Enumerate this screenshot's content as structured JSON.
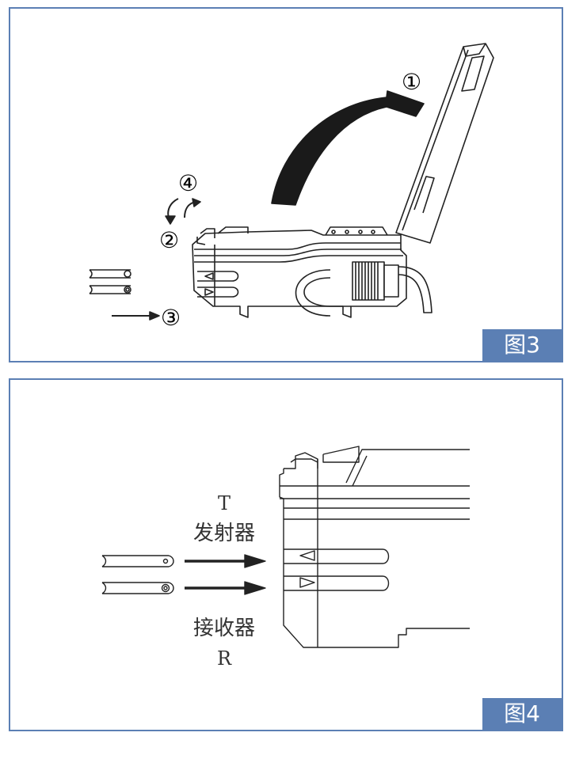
{
  "figure3": {
    "label": "图3",
    "steps": [
      "①",
      "②",
      "③",
      "④"
    ]
  },
  "figure4": {
    "label": "图4",
    "emitter_code": "T",
    "emitter_name": "发射器",
    "receiver_code": "R",
    "receiver_name": "接收器"
  }
}
